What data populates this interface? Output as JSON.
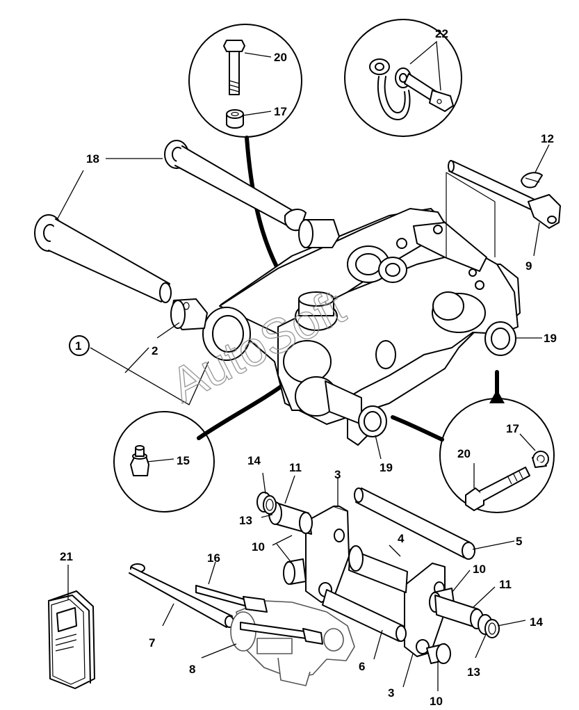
{
  "watermark": "AutoSoft",
  "callouts": {
    "c1": "1",
    "c2": "2",
    "c3a": "3",
    "c3b": "3",
    "c4": "4",
    "c5": "5",
    "c6": "6",
    "c7": "7",
    "c8": "8",
    "c9": "9",
    "c10a": "10",
    "c10b": "10",
    "c10c": "10",
    "c11a": "11",
    "c11b": "11",
    "c12": "12",
    "c13a": "13",
    "c13b": "13",
    "c14a": "14",
    "c14b": "14",
    "c15": "15",
    "c16": "16",
    "c17a": "17",
    "c17b": "17",
    "c18": "18",
    "c19a": "19",
    "c19b": "19",
    "c20a": "20",
    "c20b": "20",
    "c21": "21",
    "c22": "22"
  }
}
